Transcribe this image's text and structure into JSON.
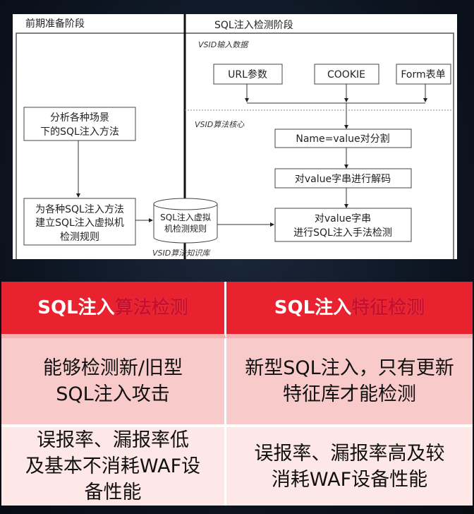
{
  "diagram": {
    "left_stage_title": "前期准备阶段",
    "right_stage_title": "SQL注入检测阶段",
    "input_section_label": "VSID输入数据",
    "core_section_label": "VSID算法核心",
    "knowledge_base_label": "VSID算法知识库",
    "inputs": [
      "URL参数",
      "COOKIE",
      "Form表单"
    ],
    "split_step": "Name=value对分割",
    "decode_step": "对value字串进行解码",
    "detect_step": [
      "对value字串",
      "进行SQL注入手法检测"
    ],
    "analyze_step": [
      "分析各种场景",
      "下的SQL注入方法"
    ],
    "build_step": [
      "为各种SQL注入方法",
      "建立SQL注入虚拟机",
      "检测规则"
    ],
    "rules_db": [
      "SQL注入虚拟",
      "机检测规则"
    ]
  },
  "comparison": {
    "columns": [
      {
        "prefix": "SQL注入",
        "accent": "算法检测"
      },
      {
        "prefix": "SQL注入",
        "accent": "特征检测"
      }
    ],
    "rows": [
      [
        [
          "能够检测新/旧型",
          "SQL注入攻击"
        ],
        [
          "新型SQL注入，只有更新",
          "特征库才能检测"
        ]
      ],
      [
        [
          "误报率、漏报率低",
          "及基本不消耗WAF设",
          "备性能"
        ],
        [
          "误报率、漏报率高及较",
          "消耗WAF设备性能"
        ]
      ]
    ]
  },
  "colors": {
    "header_red": "#e8222e",
    "accent_red": "#c8102e",
    "row1": "#f8caca",
    "row2": "#fde7e7"
  }
}
